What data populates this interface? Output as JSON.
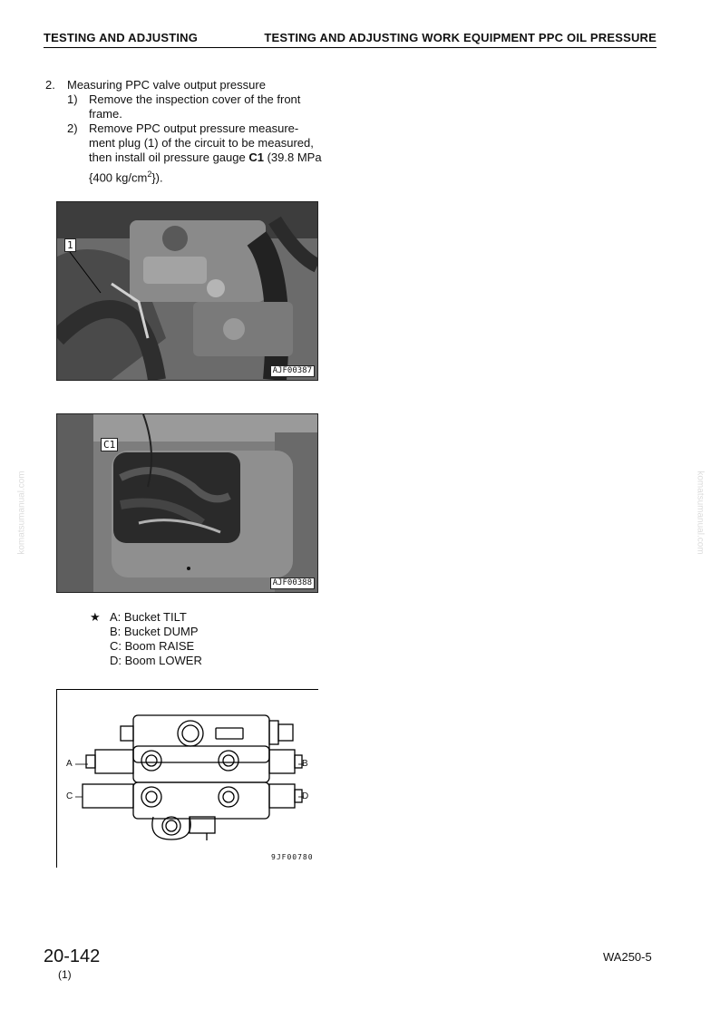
{
  "header": {
    "left": "TESTING AND ADJUSTING",
    "right": "TESTING AND ADJUSTING WORK EQUIPMENT PPC OIL PRESSURE"
  },
  "step": {
    "number": "2.",
    "title": "Measuring PPC valve output pressure",
    "substeps": [
      {
        "number": "1)",
        "lines": [
          "Remove the inspection cover of the front",
          "frame."
        ]
      },
      {
        "number": "2)",
        "lines": [
          "Remove PPC output pressure measure-",
          "ment plug (1) of the circuit to be measured,",
          "then install oil pressure gauge "
        ],
        "bold": "C1",
        "tail": " (39.8 MPa",
        "last_line_pre": "{400 kg/cm",
        "sup": "2",
        "last_line_post": "})."
      }
    ]
  },
  "figures": {
    "photo1": {
      "callout": "1",
      "code": "AJF00387"
    },
    "photo2": {
      "callout": "C1",
      "code": "AJF00388"
    },
    "diagram": {
      "code": "9JF00780",
      "labels": {
        "a": "A",
        "b": "B",
        "c": "C",
        "d": "D"
      }
    }
  },
  "notes": {
    "star": "★",
    "items": [
      "A: Bucket TILT",
      "B: Bucket DUMP",
      "C: Boom RAISE",
      "D: Boom LOWER"
    ]
  },
  "footer": {
    "page": "20-142",
    "revision": "(1)",
    "model": "WA250-5"
  },
  "watermark": "komatsumanual.com"
}
